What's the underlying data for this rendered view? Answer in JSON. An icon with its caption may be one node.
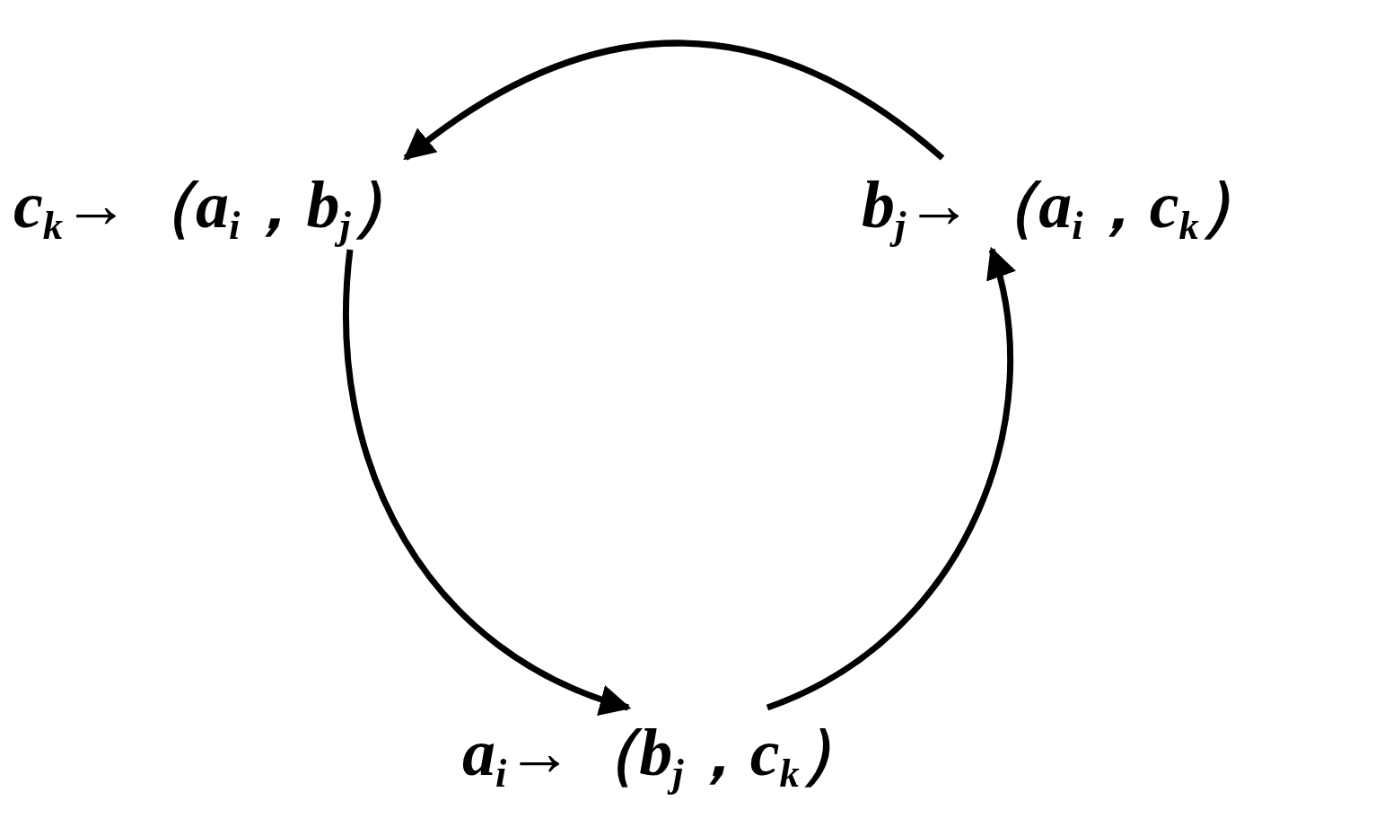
{
  "diagram": {
    "nodes": [
      {
        "text": [
          "c$_{k}$→（a$_{i}$，b$_{j}$）"
        ]
      },
      {
        "text": [
          "b$_{j}$→（a$_{i}$，c$_{k}$）"
        ]
      },
      {
        "text": [
          "a$_{i}$→（b$_{j}$，c$_{k}$）"
        ]
      }
    ],
    "edges": [
      {
        "from": 1,
        "to": 0,
        "arrow": "to"
      },
      {
        "from": 0,
        "to": 2,
        "arrow": "to"
      },
      {
        "from": 2,
        "to": 1,
        "arrow": "to"
      }
    ]
  }
}
